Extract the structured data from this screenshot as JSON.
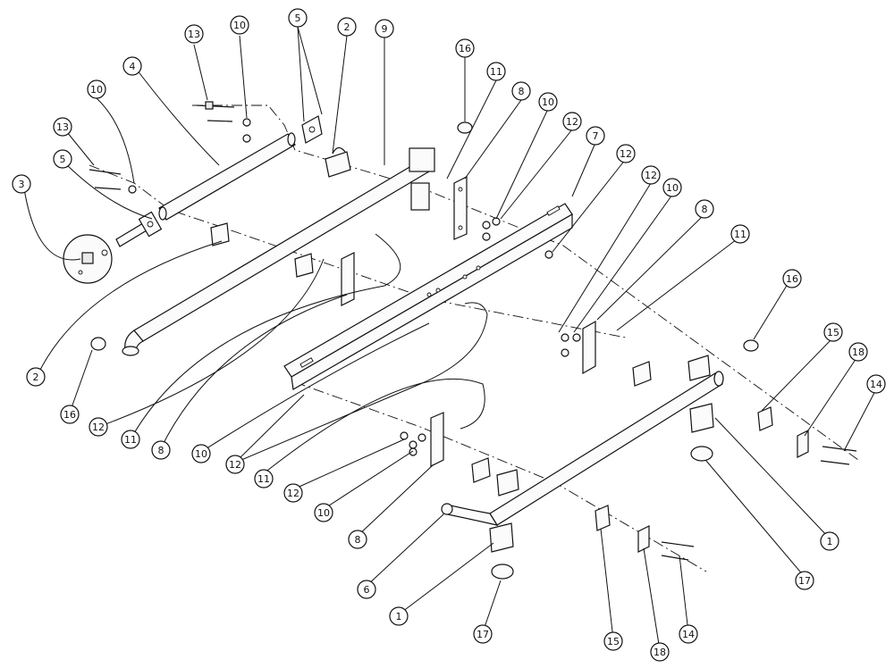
{
  "callouts": [
    {
      "id": "c-13a",
      "label": "13"
    },
    {
      "id": "c-10a",
      "label": "10"
    },
    {
      "id": "c-5a",
      "label": "5"
    },
    {
      "id": "c-2a",
      "label": "2"
    },
    {
      "id": "c-9",
      "label": "9"
    },
    {
      "id": "c-16a",
      "label": "16"
    },
    {
      "id": "c-4",
      "label": "4"
    },
    {
      "id": "c-11a",
      "label": "11"
    },
    {
      "id": "c-8a",
      "label": "8"
    },
    {
      "id": "c-10b",
      "label": "10"
    },
    {
      "id": "c-12a",
      "label": "12"
    },
    {
      "id": "c-10c",
      "label": "10"
    },
    {
      "id": "c-7",
      "label": "7"
    },
    {
      "id": "c-13b",
      "label": "13"
    },
    {
      "id": "c-12b",
      "label": "12"
    },
    {
      "id": "c-12c",
      "label": "12"
    },
    {
      "id": "c-10d",
      "label": "10"
    },
    {
      "id": "c-5b",
      "label": "5"
    },
    {
      "id": "c-3",
      "label": "3"
    },
    {
      "id": "c-8b",
      "label": "8"
    },
    {
      "id": "c-11b",
      "label": "11"
    },
    {
      "id": "c-16b",
      "label": "16"
    },
    {
      "id": "c-15a",
      "label": "15"
    },
    {
      "id": "c-18a",
      "label": "18"
    },
    {
      "id": "c-14a",
      "label": "14"
    },
    {
      "id": "c-2b",
      "label": "2"
    },
    {
      "id": "c-16c",
      "label": "16"
    },
    {
      "id": "c-12d",
      "label": "12"
    },
    {
      "id": "c-11c",
      "label": "11"
    },
    {
      "id": "c-8c",
      "label": "8"
    },
    {
      "id": "c-10e",
      "label": "10"
    },
    {
      "id": "c-12e",
      "label": "12"
    },
    {
      "id": "c-11d",
      "label": "11"
    },
    {
      "id": "c-12f",
      "label": "12"
    },
    {
      "id": "c-10f",
      "label": "10"
    },
    {
      "id": "c-8d",
      "label": "8"
    },
    {
      "id": "c-1a",
      "label": "1"
    },
    {
      "id": "c-17a",
      "label": "17"
    },
    {
      "id": "c-6",
      "label": "6"
    },
    {
      "id": "c-1b",
      "label": "1"
    },
    {
      "id": "c-17b",
      "label": "17"
    },
    {
      "id": "c-15b",
      "label": "15"
    },
    {
      "id": "c-18b",
      "label": "18"
    },
    {
      "id": "c-14b",
      "label": "14"
    }
  ]
}
